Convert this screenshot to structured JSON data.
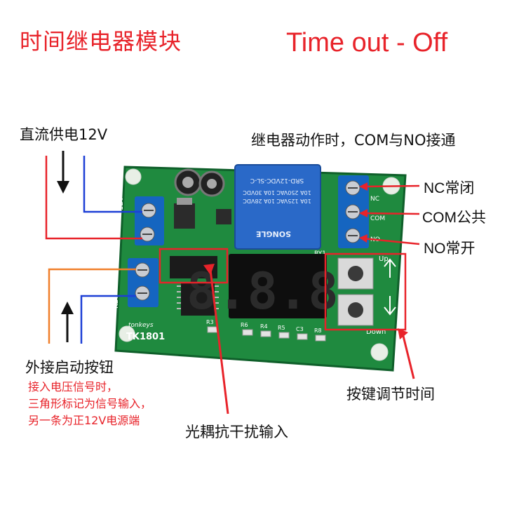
{
  "title": {
    "cn": "时间继电器模块",
    "en": "Time out - Off"
  },
  "labels": {
    "power_input": "直流供电12V",
    "relay_note": "继电器动作时，COM与NO接通",
    "nc": "NC常闭",
    "com": "COM公共",
    "no": "NO常开",
    "external_button": "外接启动按钮",
    "signal_note_lines": [
      "接入电压信号时，",
      "三角形标记为信号输入，",
      "另一条为正12V电源端"
    ],
    "optocoupler": "光耦抗干扰输入",
    "buttons_adjust": "按键调节时间"
  },
  "board": {
    "model": "TK1801",
    "brand": "tonkeys",
    "relay_text": "SRD-12VDC-SL-C",
    "relay_brand": "SONGLE",
    "relay_rating_1": "10A 250VAC  10A 30VDC",
    "relay_rating_2": "10A 125VAC  10A 28VDC",
    "relay_id": "RY1",
    "btn_up": "Up",
    "btn_down": "Down",
    "display": "8.8.8.",
    "pin_power": "12V",
    "pin_key": "KEY",
    "pin_nc": "NC",
    "pin_com": "COM",
    "pin_no": "NO",
    "resistors": [
      "R6",
      "R4",
      "R5",
      "C3",
      "R8",
      "R3"
    ]
  },
  "colors": {
    "accent_red": "#e8232a",
    "wire_blue": "#1d3fd6",
    "wire_orange": "#f07f2a",
    "pcb_green": "#1f8a3f",
    "terminal_blue": "#1565c0"
  }
}
